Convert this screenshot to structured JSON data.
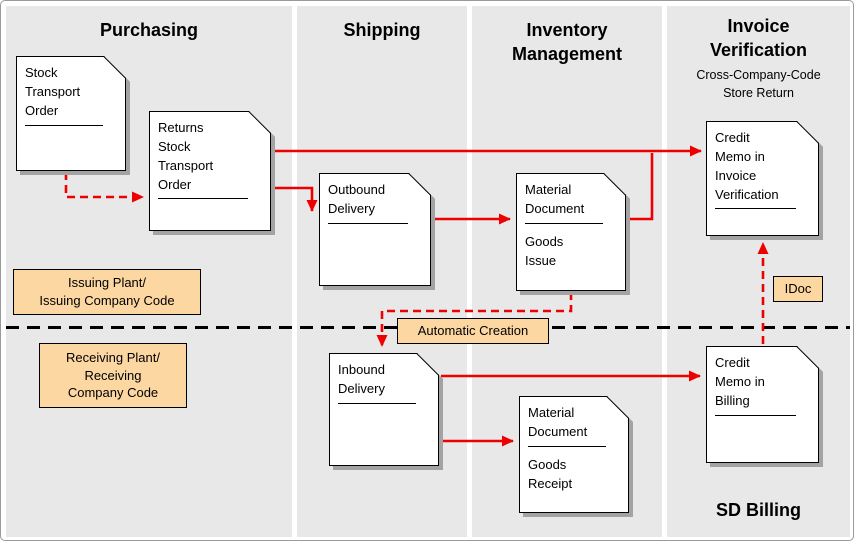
{
  "colors": {
    "lane_background": "#e8e8e8",
    "arrow_red": "#ee0000",
    "label_fill": "#fcd7a1",
    "document_shadow": "#a3a3a3"
  },
  "lanes": [
    {
      "title": "Purchasing"
    },
    {
      "title": "Shipping"
    },
    {
      "title": "Inventory\nManagement"
    },
    {
      "title": "Invoice\nVerification",
      "subtitle": "Cross-Company-Code\nStore Return",
      "footer": "SD Billing"
    }
  ],
  "documents": [
    {
      "title": "Stock\nTransport\nOrder"
    },
    {
      "title": "Returns\nStock Transport\nOrder"
    },
    {
      "title": "Outbound\nDelivery"
    },
    {
      "title": "Material\nDocument",
      "body": "Goods\nIssue"
    },
    {
      "title": "Credit\nMemo in\nInvoice\nVerification"
    },
    {
      "title": "Inbound\nDelivery"
    },
    {
      "title": "Material\nDocument",
      "body": "Goods\nReceipt"
    },
    {
      "title": "Credit\nMemo in\nBilling"
    }
  ],
  "labels": {
    "issuing_plant": "Issuing Plant/\nIssuing Company Code",
    "receiving_plant": "Receiving Plant/\nReceiving\nCompany Code",
    "automatic_creation": "Automatic Creation",
    "idoc": "IDoc"
  }
}
